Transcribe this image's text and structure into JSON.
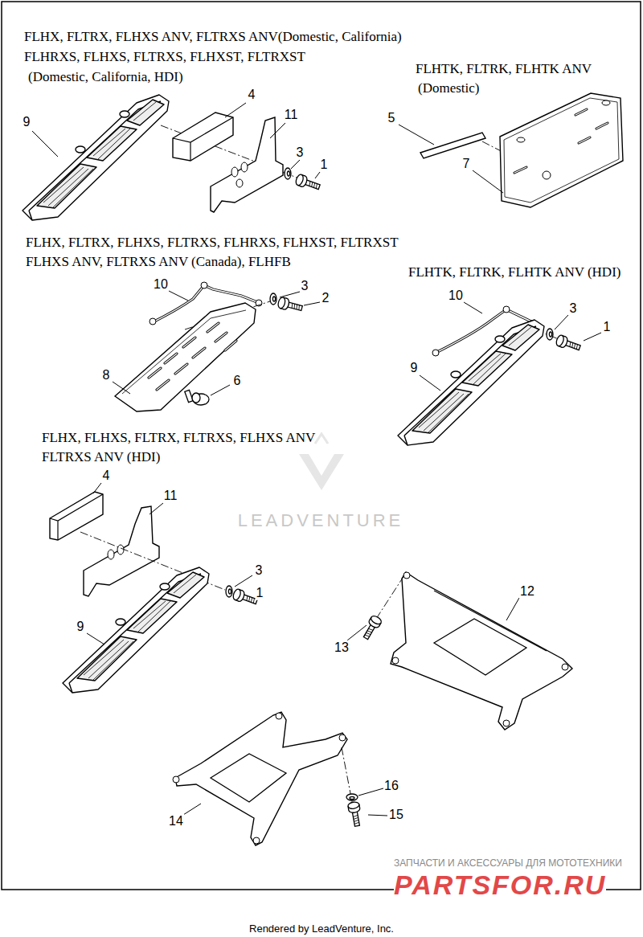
{
  "diagram": {
    "caption": "Rendered by LeadVenture, Inc.",
    "labels": [
      "FLHX, FLTRX, FLHXS ANV, FLTRXS ANV(Domestic, California)",
      "FLHRXS, FLHXS, FLTRXS, FLHXST, FLTRXST",
      "(Domestic, California, HDI)",
      "FLHTK, FLTRK, FLHTK ANV",
      "(Domestic)",
      "9",
      "4",
      "11",
      "3",
      "1",
      "5",
      "7",
      "FLHX, FLTRX, FLHXS, FLTRXS, FLHRXS, FLHXST, FLTRXST",
      "FLHXS ANV, FLTRXS ANV (Canada), FLHFB",
      "10",
      "3",
      "2",
      "FLHTK, FLTRK, FLHTK ANV (HDI)",
      "10",
      "3",
      "1",
      "8",
      "6",
      "9",
      "FLHX, FLHXS, FLTRX, FLTRXS, FLHXS ANV",
      "FLTRXS ANV (HDI)",
      "4",
      "11",
      "LEADVENTURE",
      "3",
      "1",
      "12",
      "9",
      "13",
      "16",
      "14",
      "15",
      "ЗАПЧАСТИ И АКСЕССУАРЫ ДЛЯ МОТОТЕХНИКИ",
      "PARTSFOR.RU"
    ]
  }
}
